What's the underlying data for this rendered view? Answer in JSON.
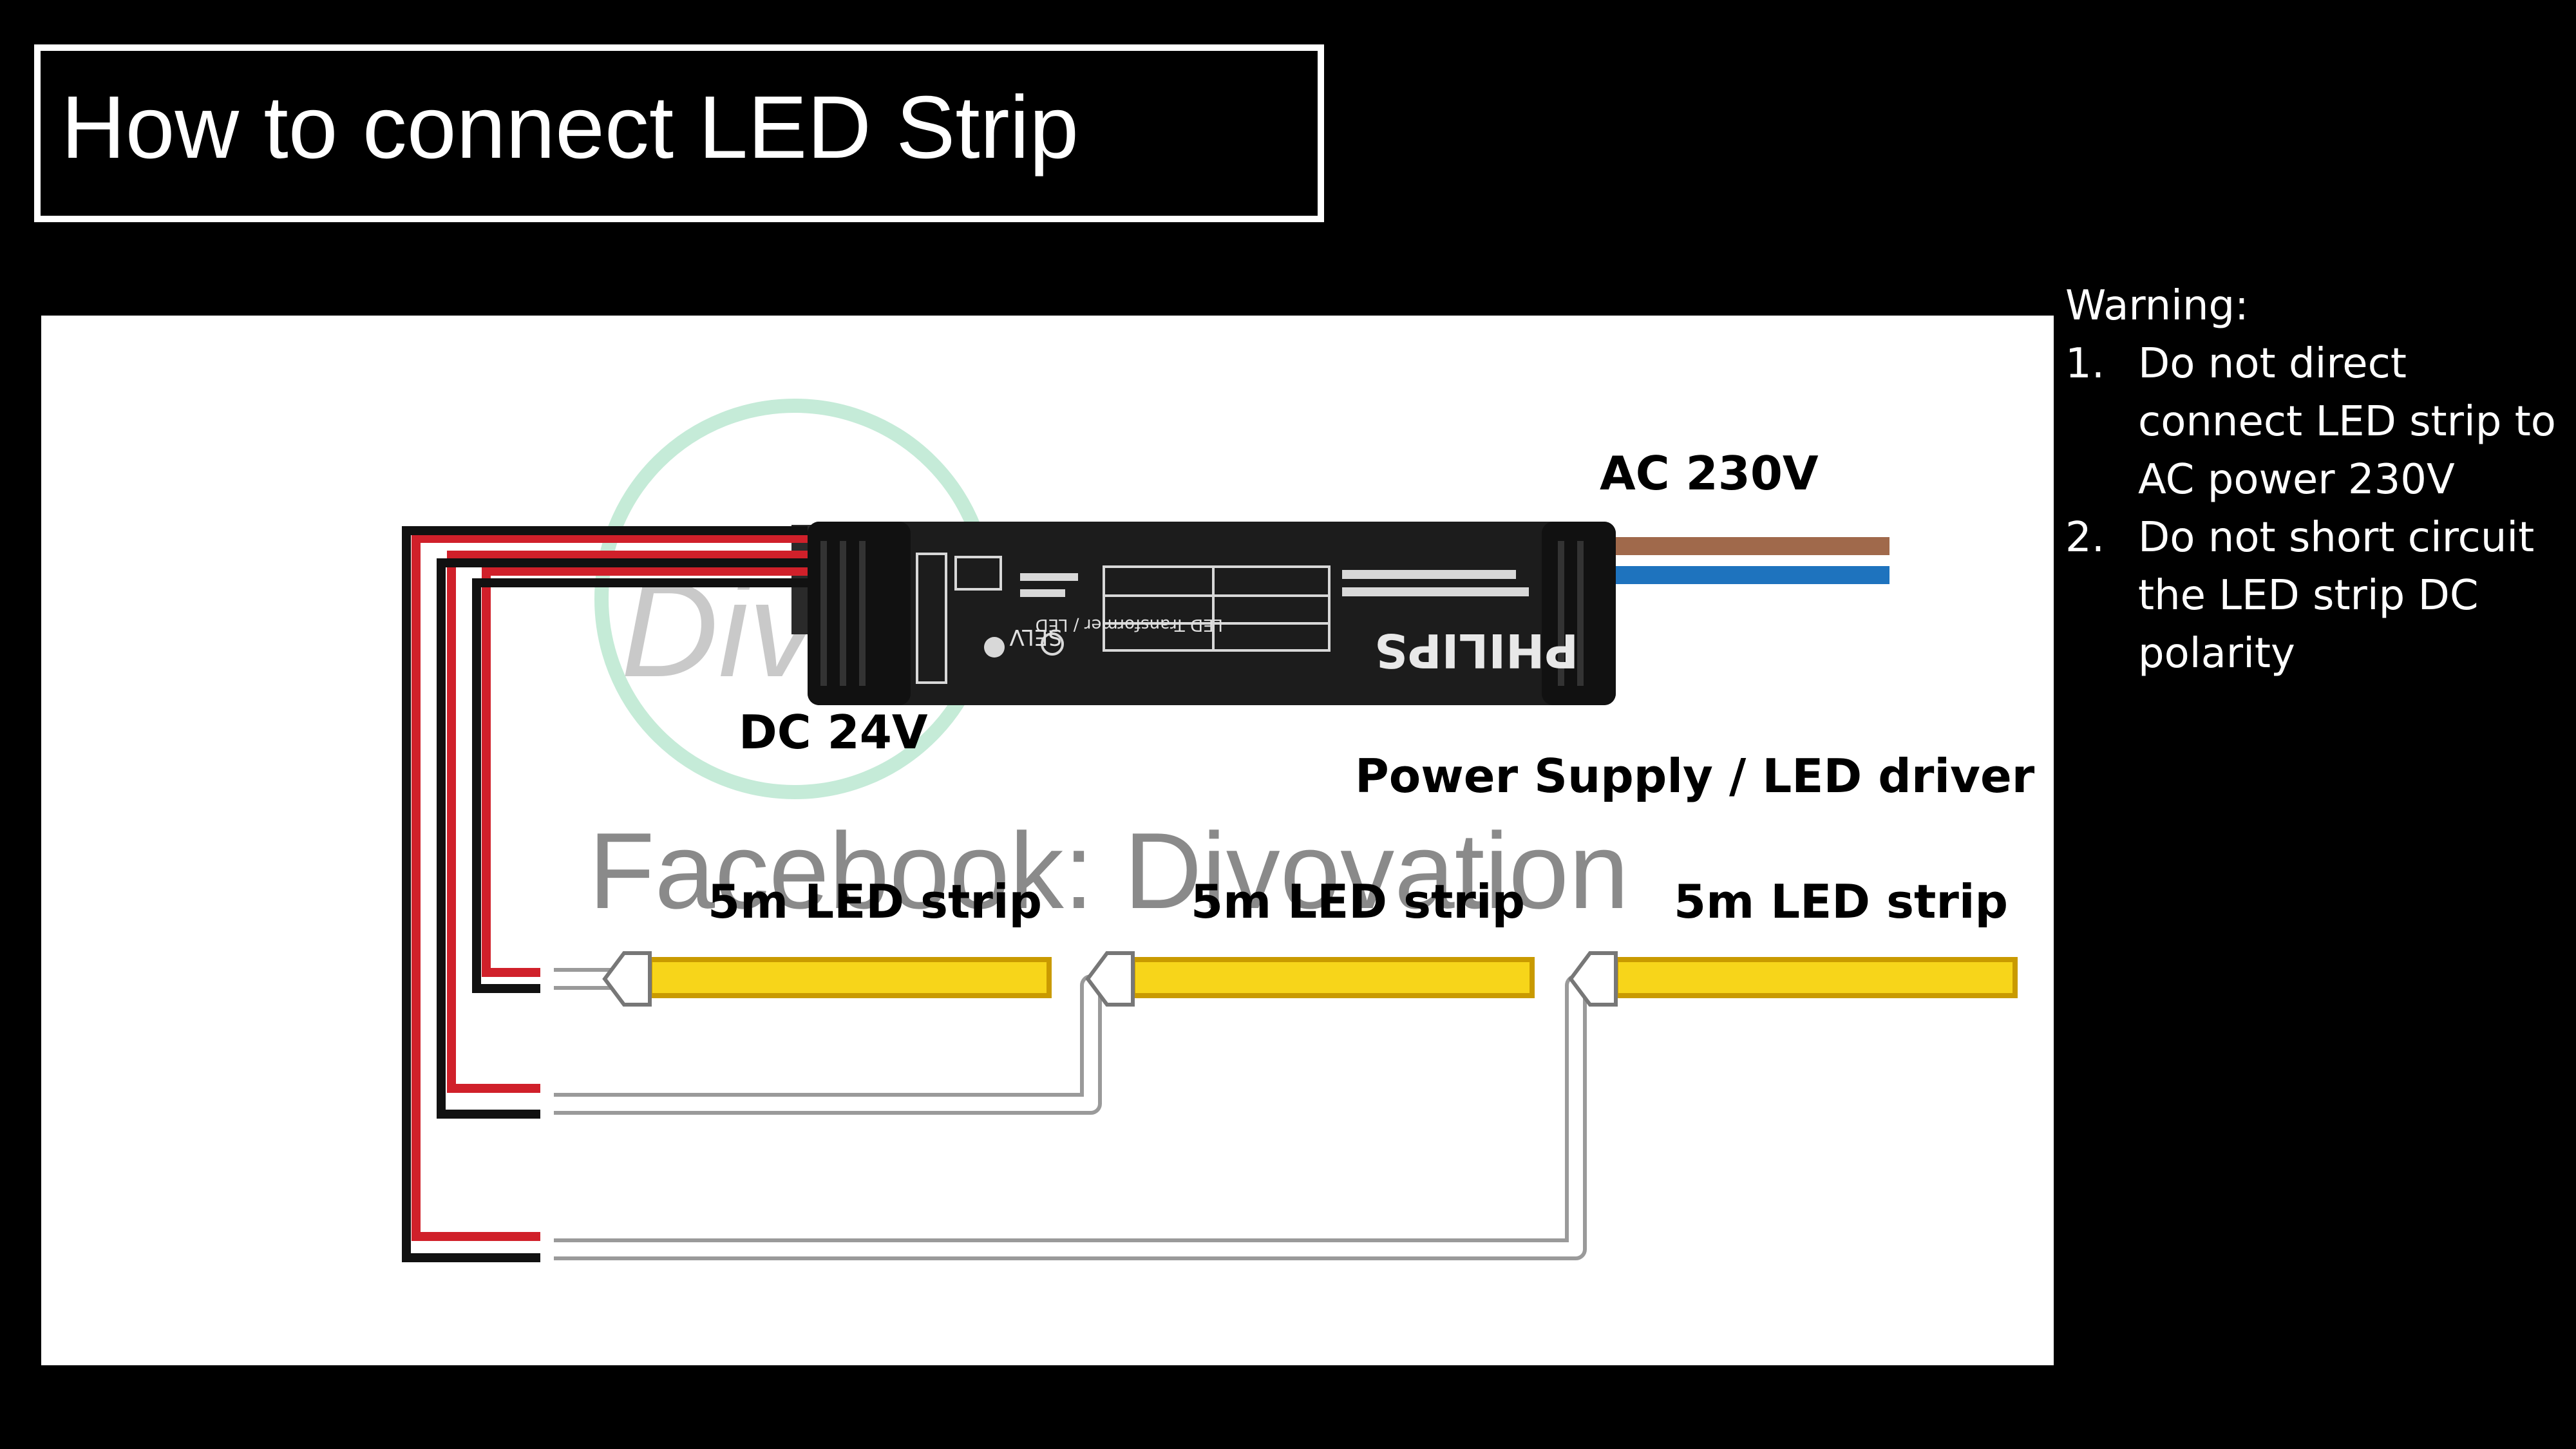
{
  "title": "How to connect LED Strip",
  "diagram": {
    "ac_label": "AC 230V",
    "dc_label": "DC 24V",
    "driver_label": "Power Supply / LED driver",
    "driver_brand": "PHILIPS",
    "driver_text": "LED Transformer / LED",
    "driver_mark": "SELV",
    "watermark": "Facebook: Divovation",
    "watermark_logo": "Divovation",
    "strip_labels": [
      "5m LED strip",
      "5m LED strip",
      "5m LED strip"
    ]
  },
  "warning": {
    "heading": "Warning:",
    "items": [
      {
        "number": "1.",
        "text": "Do not direct connect LED strip to AC power 230V"
      },
      {
        "number": "2.",
        "text": "Do not short circuit the LED strip DC polarity"
      }
    ]
  },
  "colors": {
    "background": "#000000",
    "panel": "#ffffff",
    "wire_red": "#d0202a",
    "wire_black": "#111111",
    "wire_brown": "#a0694b",
    "wire_blue": "#1e73be",
    "strip_yellow": "#f7d51a",
    "strip_border": "#c99a00",
    "watermark_green": "#7fd3a8"
  }
}
